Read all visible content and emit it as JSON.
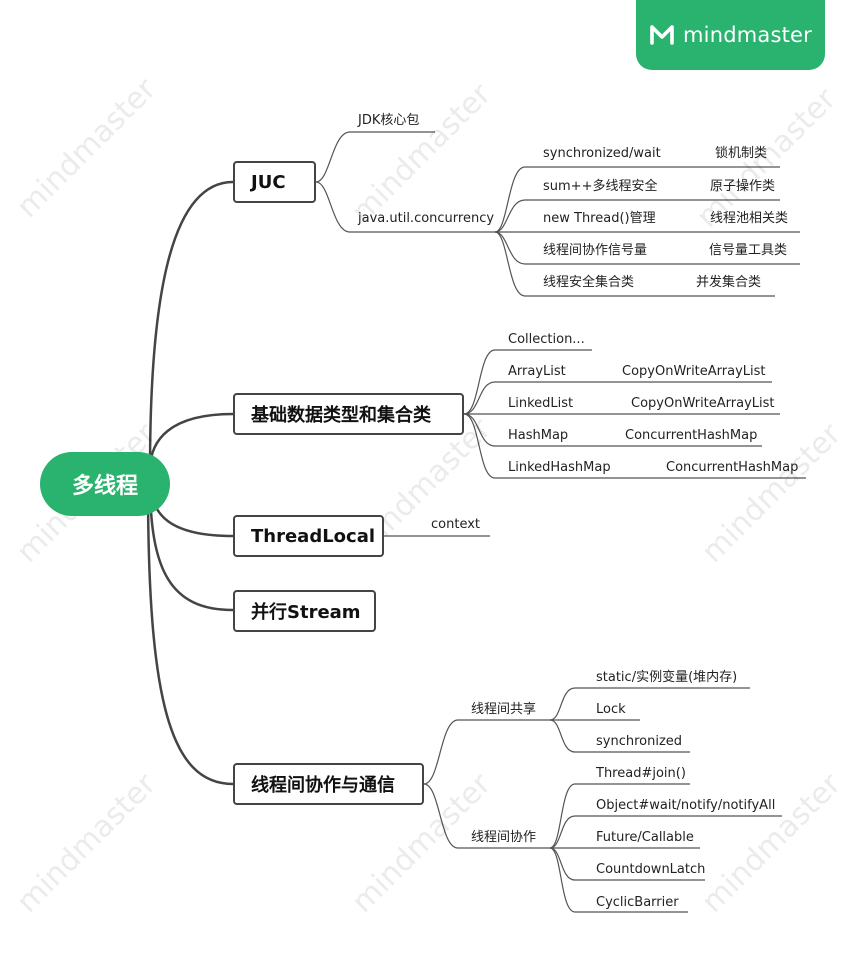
{
  "brand": {
    "name": "mindmaster",
    "color": "#2ab36e",
    "icon": "mindmaster-logo-icon"
  },
  "watermark": "mindmaster",
  "root": {
    "label": "多线程"
  },
  "topics": {
    "juc": "JUC",
    "basic_types": "基础数据类型和集合类",
    "threadlocal": "ThreadLocal",
    "parallel_stream": "并行Stream",
    "thread_comm": "线程间协作与通信"
  },
  "juc": {
    "jdk_core": "JDK核心包",
    "concurrency_pkg": "java.util.concurrency",
    "items": [
      {
        "left": "synchronized/wait",
        "right": "锁机制类"
      },
      {
        "left": "sum++多线程安全",
        "right": "原子操作类"
      },
      {
        "left": "new Thread()管理",
        "right": "线程池相关类"
      },
      {
        "left": "线程间协作信号量",
        "right": "信号量工具类"
      },
      {
        "left": "线程安全集合类",
        "right": "并发集合类"
      }
    ]
  },
  "collections": {
    "items": [
      {
        "left": "Collection...",
        "right": ""
      },
      {
        "left": "ArrayList",
        "right": "CopyOnWriteArrayList"
      },
      {
        "left": "LinkedList",
        "right": "CopyOnWriteArrayList"
      },
      {
        "left": "HashMap",
        "right": "ConcurrentHashMap"
      },
      {
        "left": "LinkedHashMap",
        "right": "ConcurrentHashMap"
      }
    ]
  },
  "threadlocal": {
    "child": "context"
  },
  "comm": {
    "share": {
      "label": "线程间共享",
      "items": [
        "static/实例变量(堆内存)",
        "Lock",
        "synchronized"
      ]
    },
    "coop": {
      "label": "线程间协作",
      "items": [
        "Thread#join()",
        "Object#wait/notify/notifyAll",
        "Future/Callable",
        "CountdownLatch",
        "CyclicBarrier"
      ]
    }
  }
}
